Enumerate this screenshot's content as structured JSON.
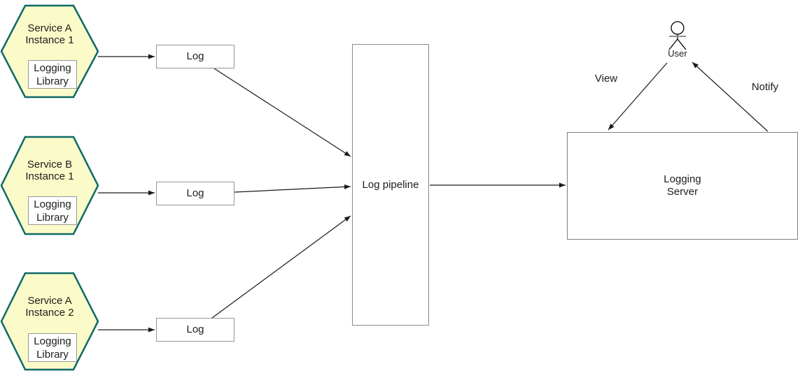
{
  "diagram": {
    "services": [
      {
        "name": "Service A\nInstance 1",
        "library_label": "Logging\nLibrary",
        "log_label": "Log"
      },
      {
        "name": "Service B\nInstance 1",
        "library_label": "Logging\nLibrary",
        "log_label": "Log"
      },
      {
        "name": "Service A\nInstance 2",
        "library_label": "Logging\nLibrary",
        "log_label": "Log"
      }
    ],
    "pipeline_label": "Log pipeline",
    "server_label": "Logging\nServer",
    "actor_label": "User",
    "view_label": "View",
    "notify_label": "Notify",
    "colors": {
      "hexagon_fill": "#fbfbc9",
      "hexagon_border": "#0d6868",
      "box_border": "#979797",
      "arrow": "#1a1a1a"
    }
  }
}
